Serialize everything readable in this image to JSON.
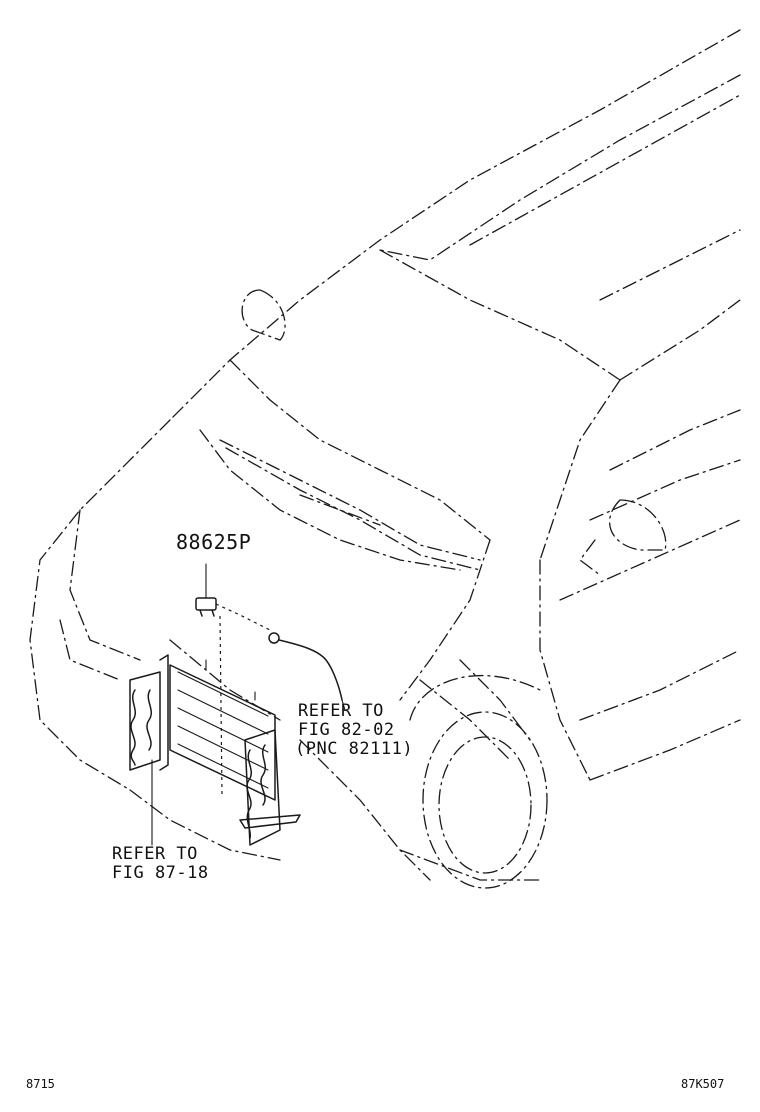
{
  "diagram": {
    "part_number": "88625P",
    "callouts": {
      "right": [
        "REFER TO",
        "FIG 82-02",
        "(PNC 82111)"
      ],
      "left": [
        "REFER TO",
        "FIG 87-18"
      ]
    },
    "footer_left": "8715",
    "footer_right": "87K507",
    "line_color": "#1a1a1a"
  }
}
